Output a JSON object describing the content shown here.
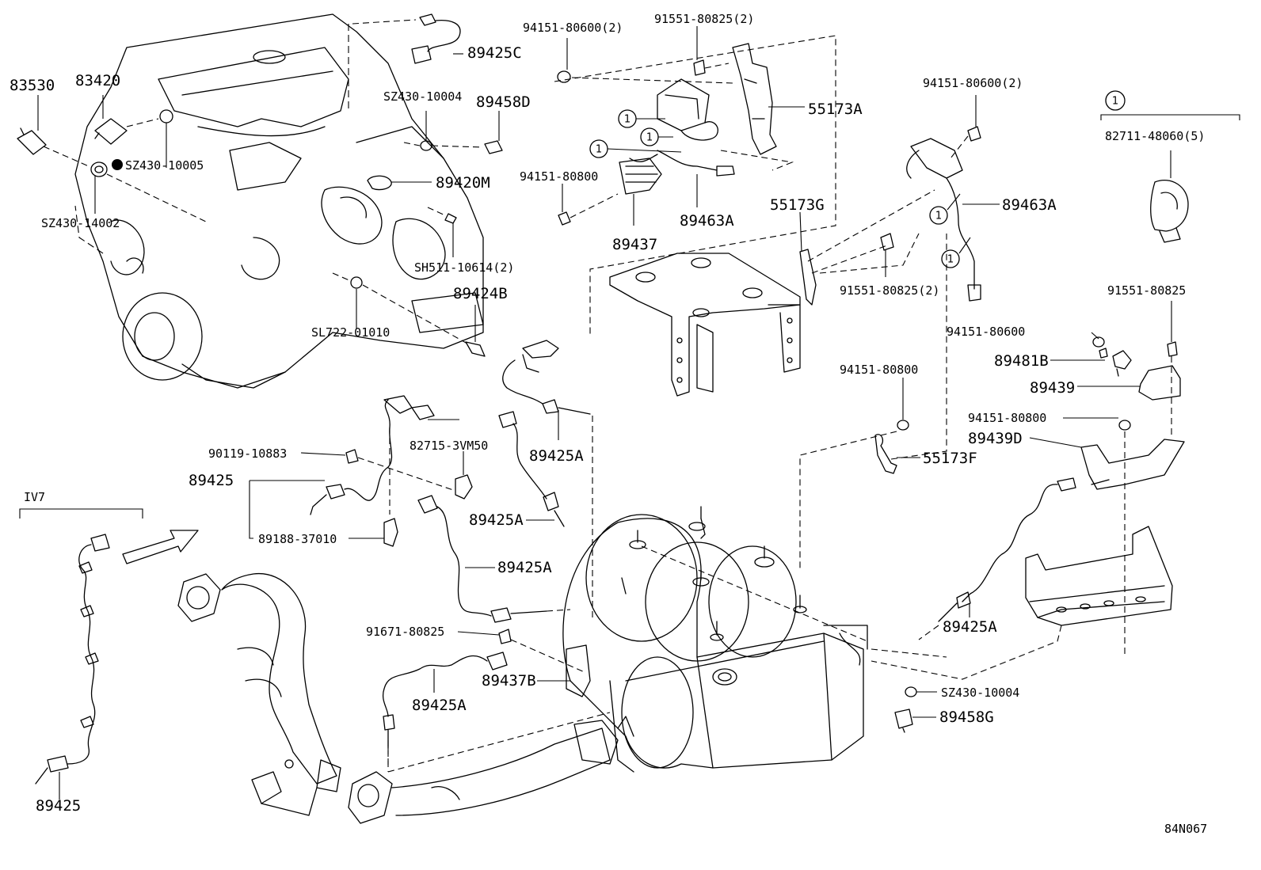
{
  "diagram_id": "84N067",
  "callouts": {
    "p83530": "83530",
    "p83420": "83420",
    "p89425C": "89425C",
    "pSZ430_10004_a": "SZ430-10004",
    "p89458D": "89458D",
    "pSZ430_10005": "SZ430-10005",
    "pSZ430_14002": "SZ430-14002",
    "p89420M": "89420M",
    "pSH511": "SH511-10614(2)",
    "p89424B": "89424B",
    "pSL722": "SL722-01010",
    "p94151_80600_2a": "94151-80600(2)",
    "p91551_80825_2a": "91551-80825(2)",
    "p55173A": "55173A",
    "p94151_80800_a": "94151-80800",
    "p89463A_a": "89463A",
    "p89437": "89437",
    "p94151_80600_2b": "94151-80600(2)",
    "p89463A_b": "89463A",
    "p55173G": "55173G",
    "p91551_80825_2b": "91551-80825(2)",
    "p82711": "82711-48060(5)",
    "p91551_80825": "91551-80825",
    "p94151_80600": "94151-80600",
    "p89481B": "89481B",
    "p89439": "89439",
    "p94151_80800_b": "94151-80800",
    "p94151_80800_c": "94151-80800",
    "p89439D": "89439D",
    "p55173F": "55173F",
    "p90119": "90119-10883",
    "p82715": "82715-3VM50",
    "p89425A_a": "89425A",
    "p89425": "89425",
    "p89188": "89188-37010",
    "p89425A_b": "89425A",
    "p89425A_c": "89425A",
    "p91671": "91671-80825",
    "p89437B": "89437B",
    "p89425A_d": "89425A",
    "p89425A_e": "89425A",
    "pSZ430_10004_b": "SZ430-10004",
    "p89458G": "89458G",
    "pIV7": "IV7",
    "p89425_iv7": "89425"
  },
  "circle_marker": "1"
}
